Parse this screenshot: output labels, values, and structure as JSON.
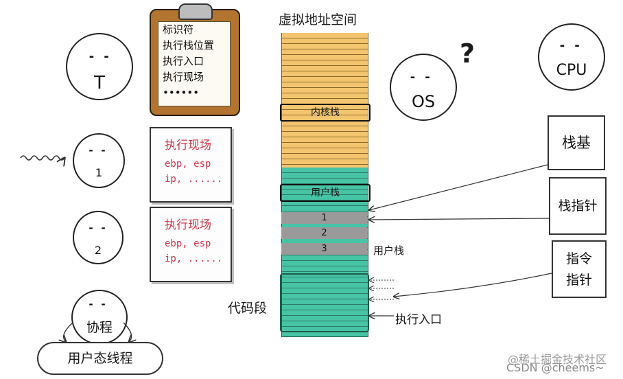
{
  "memory": {
    "title": "虚拟地址空间",
    "kernel_stack": "内核栈",
    "user_stack_box": "用户栈",
    "slots": [
      "1",
      "2",
      "3"
    ],
    "user_stack_label": "用户栈",
    "code_segment": "代码段",
    "entry_label": "执行入口"
  },
  "thread_t": {
    "eyes": "- -",
    "label": "T"
  },
  "clipboard": {
    "lines": [
      "标识符",
      "执行栈位置",
      "执行入口",
      "执行现场",
      "••••••"
    ]
  },
  "coroutine_1": {
    "eyes": "- -",
    "label": "1"
  },
  "coroutine_2": {
    "eyes": "- -",
    "label": "2"
  },
  "context_1": {
    "title": "执行现场",
    "line1": "ebp, esp",
    "line2": "ip, ......"
  },
  "context_2": {
    "title": "执行现场",
    "line1": "ebp, esp",
    "line2": "ip, ......"
  },
  "os_face": {
    "eyes": "- -",
    "label": "OS",
    "question": "?"
  },
  "cpu_face": {
    "eyes": "- -",
    "label": "CPU"
  },
  "registers": {
    "stack_base": "栈基",
    "stack_pointer": "栈指针",
    "instruction_pointer_1": "指令",
    "instruction_pointer_2": "指针"
  },
  "coroutine_face": {
    "eyes": "- -",
    "label": "协程"
  },
  "user_thread": {
    "label": "用户态线程"
  },
  "watermark": {
    "line1": "@稀土掘金技术社区",
    "line2": "CSDN @cheems~"
  },
  "colors": {
    "stack_yellow": "#f3c56f",
    "code_green": "#47c4a5",
    "context_red": "#d0344a",
    "clipboard_brown": "#b2742f"
  }
}
